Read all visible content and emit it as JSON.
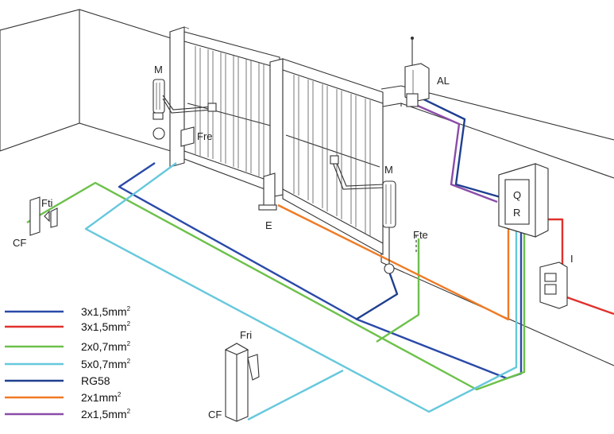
{
  "colors": {
    "blue": "#2a4aa8",
    "red": "#e0312c",
    "green": "#6cc14a",
    "cyan": "#66c8dc",
    "navy": "#1f3f8f",
    "orange": "#f07a24",
    "purple": "#8a4ca8"
  },
  "labels": {
    "motor_left": "M",
    "motor_right": "M",
    "lock": "Fre",
    "beacon": "AL",
    "photocell_ti": "Fti",
    "photocell_te": "Fte",
    "photocell_ri": "Fri",
    "column_left": "CF",
    "column_bottom": "CF",
    "electrolock": "E",
    "control_q": "Q",
    "control_r": "R",
    "switch": "I"
  },
  "legend": [
    {
      "text": "3x1,5mm",
      "sup": "2",
      "color_key": "blue"
    },
    {
      "text": "3x1,5mm",
      "sup": "2",
      "color_key": "red"
    },
    {
      "text": "2x0,7mm",
      "sup": "2",
      "color_key": "green"
    },
    {
      "text": "5x0,7mm",
      "sup": "2",
      "color_key": "cyan"
    },
    {
      "text": "RG58",
      "sup": "",
      "color_key": "navy"
    },
    {
      "text": "2x1mm",
      "sup": "2",
      "color_key": "orange"
    },
    {
      "text": "2x1,5mm",
      "sup": "2",
      "color_key": "purple"
    }
  ]
}
